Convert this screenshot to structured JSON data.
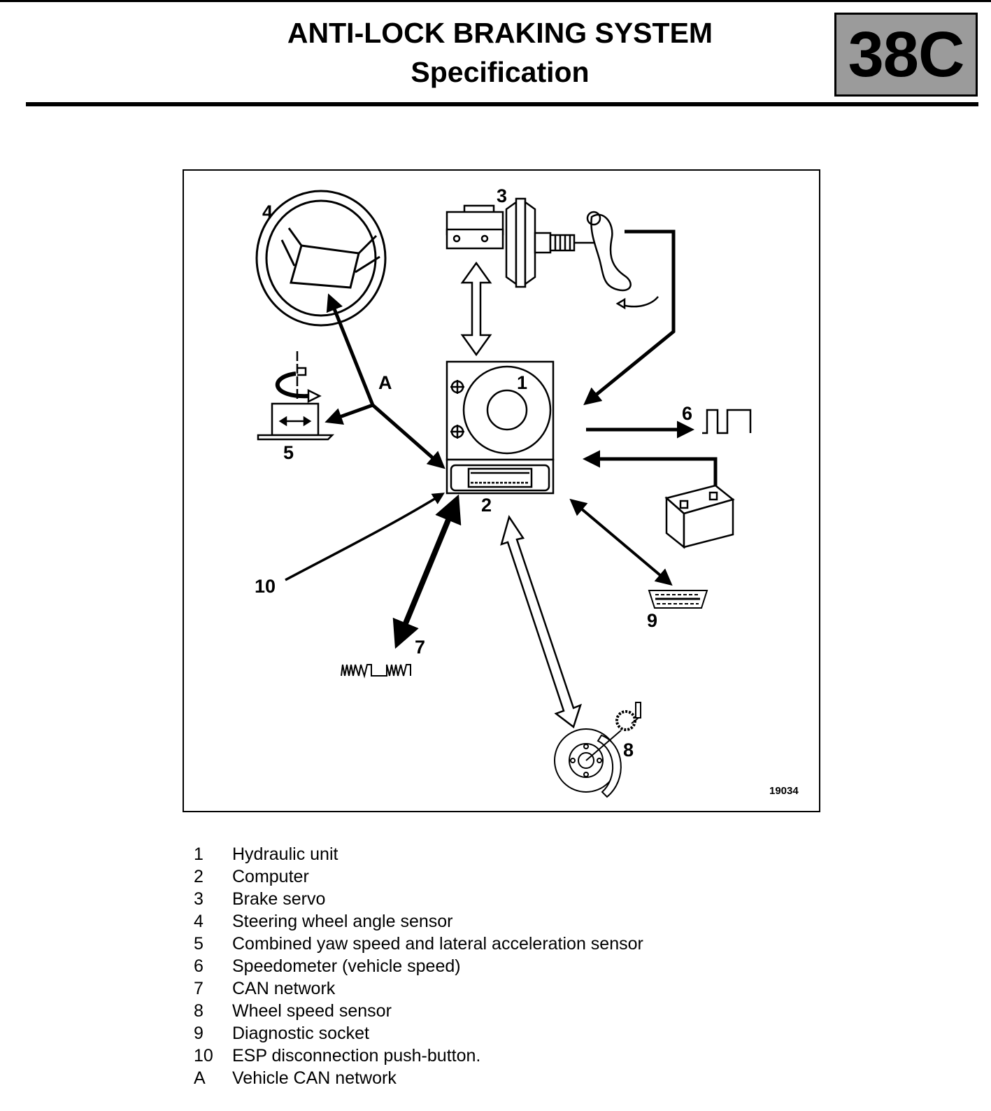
{
  "header": {
    "title": "ANTI-LOCK BRAKING SYSTEM",
    "subtitle": "Specification",
    "section_code": "38C"
  },
  "figure": {
    "reference_number": "19034",
    "callouts": {
      "c1": "1",
      "c2": "2",
      "c3": "3",
      "c4": "4",
      "c5": "5",
      "c6": "6",
      "c7": "7",
      "c8": "8",
      "c9": "9",
      "c10": "10",
      "cA": "A"
    },
    "components": [
      {
        "id": "1",
        "icon": "hydraulic-unit-icon"
      },
      {
        "id": "2",
        "icon": "computer-connector-icon"
      },
      {
        "id": "3",
        "icon": "brake-servo-pedal-icon"
      },
      {
        "id": "4",
        "icon": "steering-wheel-icon"
      },
      {
        "id": "5",
        "icon": "yaw-sensor-icon"
      },
      {
        "id": "6",
        "icon": "square-wave-signal-icon"
      },
      {
        "id": "7",
        "icon": "can-signal-icon"
      },
      {
        "id": "8",
        "icon": "wheel-speed-sensor-icon"
      },
      {
        "id": "9",
        "icon": "diagnostic-socket-icon"
      },
      {
        "id": "battery",
        "icon": "battery-icon"
      }
    ]
  },
  "legend": {
    "items": [
      {
        "key": "1",
        "label": "Hydraulic unit"
      },
      {
        "key": "2",
        "label": "Computer"
      },
      {
        "key": "3",
        "label": "Brake servo"
      },
      {
        "key": "4",
        "label": "Steering wheel angle sensor"
      },
      {
        "key": "5",
        "label": "Combined yaw speed and lateral acceleration sensor"
      },
      {
        "key": "6",
        "label": "Speedometer (vehicle speed)"
      },
      {
        "key": "7",
        "label": "CAN network"
      },
      {
        "key": "8",
        "label": "Wheel speed sensor"
      },
      {
        "key": "9",
        "label": "Diagnostic socket"
      },
      {
        "key": "10",
        "label": "ESP disconnection push-button."
      },
      {
        "key": "A",
        "label": "Vehicle CAN network"
      }
    ]
  }
}
